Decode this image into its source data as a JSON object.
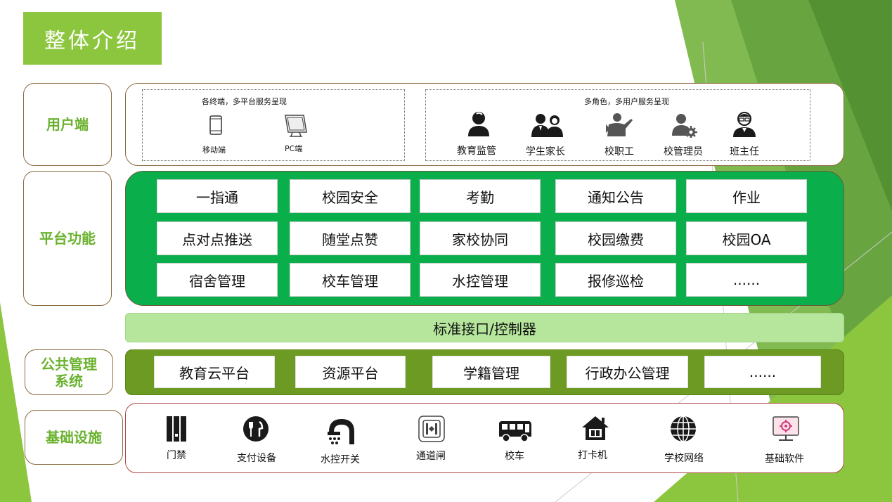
{
  "title": "整体介绍",
  "rows": {
    "user": "用户端",
    "platform": "平台功能",
    "public_line1": "公共管理",
    "public_line2": "系统",
    "infra": "基础设施"
  },
  "user_terminals": {
    "caption": "各终端，多平台服务呈现",
    "items": [
      {
        "label": "移动端",
        "icon": "mobile-phone-icon"
      },
      {
        "label": "PC端",
        "icon": "pc-monitor-icon"
      }
    ]
  },
  "user_roles": {
    "caption": "多角色，多用户服务呈现",
    "items": [
      {
        "label": "教育监管",
        "icon": "person-icon"
      },
      {
        "label": "学生家长",
        "icon": "parents-icon"
      },
      {
        "label": "校职工",
        "icon": "staff-icon"
      },
      {
        "label": "校管理员",
        "icon": "admin-gear-icon"
      },
      {
        "label": "班主任",
        "icon": "teacher-icon"
      }
    ]
  },
  "platform_functions": [
    [
      "一指通",
      "校园安全",
      "考勤",
      "通知公告",
      "作业"
    ],
    [
      "点对点推送",
      "随堂点赞",
      "家校协同",
      "校园缴费",
      "校园OA"
    ],
    [
      "宿舍管理",
      "校车管理",
      "水控管理",
      "报修巡检",
      "......"
    ]
  ],
  "interface": "标准接口/控制器",
  "public_systems": [
    "教育云平台",
    "资源平台",
    "学籍管理",
    "行政办公管理",
    "......"
  ],
  "infrastructure": [
    {
      "label": "门禁",
      "icon": "door-access-icon"
    },
    {
      "label": "支付设备",
      "icon": "payment-utensils-icon"
    },
    {
      "label": "水控开关",
      "icon": "water-tap-icon"
    },
    {
      "label": "通道闸",
      "icon": "gate-icon"
    },
    {
      "label": "校车",
      "icon": "bus-icon"
    },
    {
      "label": "打卡机",
      "icon": "home-clock-icon"
    },
    {
      "label": "学校网络",
      "icon": "globe-icon"
    },
    {
      "label": "基础软件",
      "icon": "software-monitor-icon"
    }
  ],
  "colors": {
    "title_bg": "#8cc63e",
    "platform_bg": "#0aaf4b",
    "interface_bg": "#b5e69c",
    "public_bg": "#6c9a22",
    "label_text": "#6ab22e",
    "infra_border": "#b04545"
  }
}
